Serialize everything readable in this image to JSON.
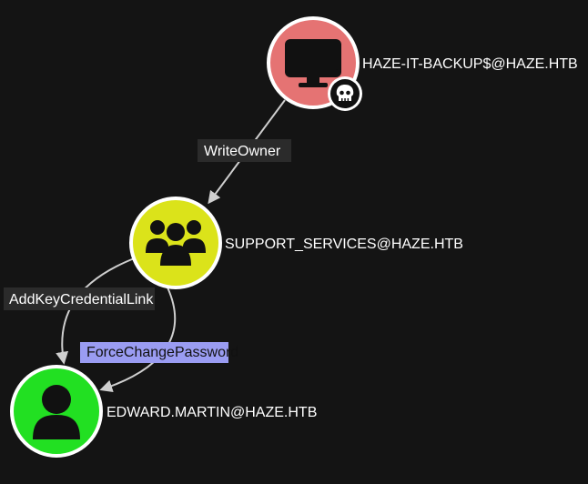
{
  "graph": {
    "nodes": [
      {
        "id": "computer",
        "label": "HAZE-IT-BACKUP$@HAZE.HTB",
        "kind": "computer",
        "icon": "desktop-monitor-icon",
        "fill": "#e57373",
        "badge": "skull-icon"
      },
      {
        "id": "group",
        "label": "SUPPORT_SERVICES@HAZE.HTB",
        "kind": "group",
        "icon": "group-users-icon",
        "fill": "#dbe31a"
      },
      {
        "id": "user",
        "label": "EDWARD.MARTIN@HAZE.HTB",
        "kind": "user",
        "icon": "user-icon",
        "fill": "#22e022"
      }
    ],
    "edges": [
      {
        "id": "writeowner",
        "from": "computer",
        "to": "group",
        "label": "WriteOwner",
        "selected": false
      },
      {
        "id": "addkey",
        "from": "group",
        "to": "user",
        "label": "AddKeyCredentialLink",
        "selected": false
      },
      {
        "id": "forcechange",
        "from": "group",
        "to": "user",
        "label": "ForceChangePassword",
        "selected": true
      }
    ]
  },
  "colors": {
    "background": "#141414",
    "edge": "#cfcfcf",
    "label_bg": "#2b2b2b",
    "selected_label_bg": "#9a9cf2",
    "node_border": "#ffffff",
    "icon": "#111111"
  }
}
